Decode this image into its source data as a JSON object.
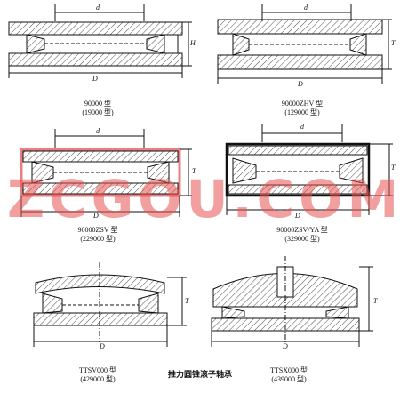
{
  "figures": [
    {
      "type": "90000 型",
      "alt": "(19000 型)"
    },
    {
      "type": "90000ZHV 型",
      "alt": "(129000 型)"
    },
    {
      "type": "90000ZSV 型",
      "alt": "(229000 型)"
    },
    {
      "type": "90000ZSV/YA 型",
      "alt": "(329000 型)"
    },
    {
      "type": "TTSV000 型",
      "alt": "(429000 型)"
    },
    {
      "type": "TTSX000 型",
      "alt": "(439000 型)"
    }
  ],
  "caption": "推力圆锥滚子轴承",
  "watermark": "ZCGOU.COM",
  "dims": {
    "d": "d",
    "D": "D",
    "T": "T",
    "H": "H",
    "H1": "H"
  },
  "colors": {
    "line": "#111111",
    "watermark": "#e65050",
    "seal": "#e88080"
  }
}
